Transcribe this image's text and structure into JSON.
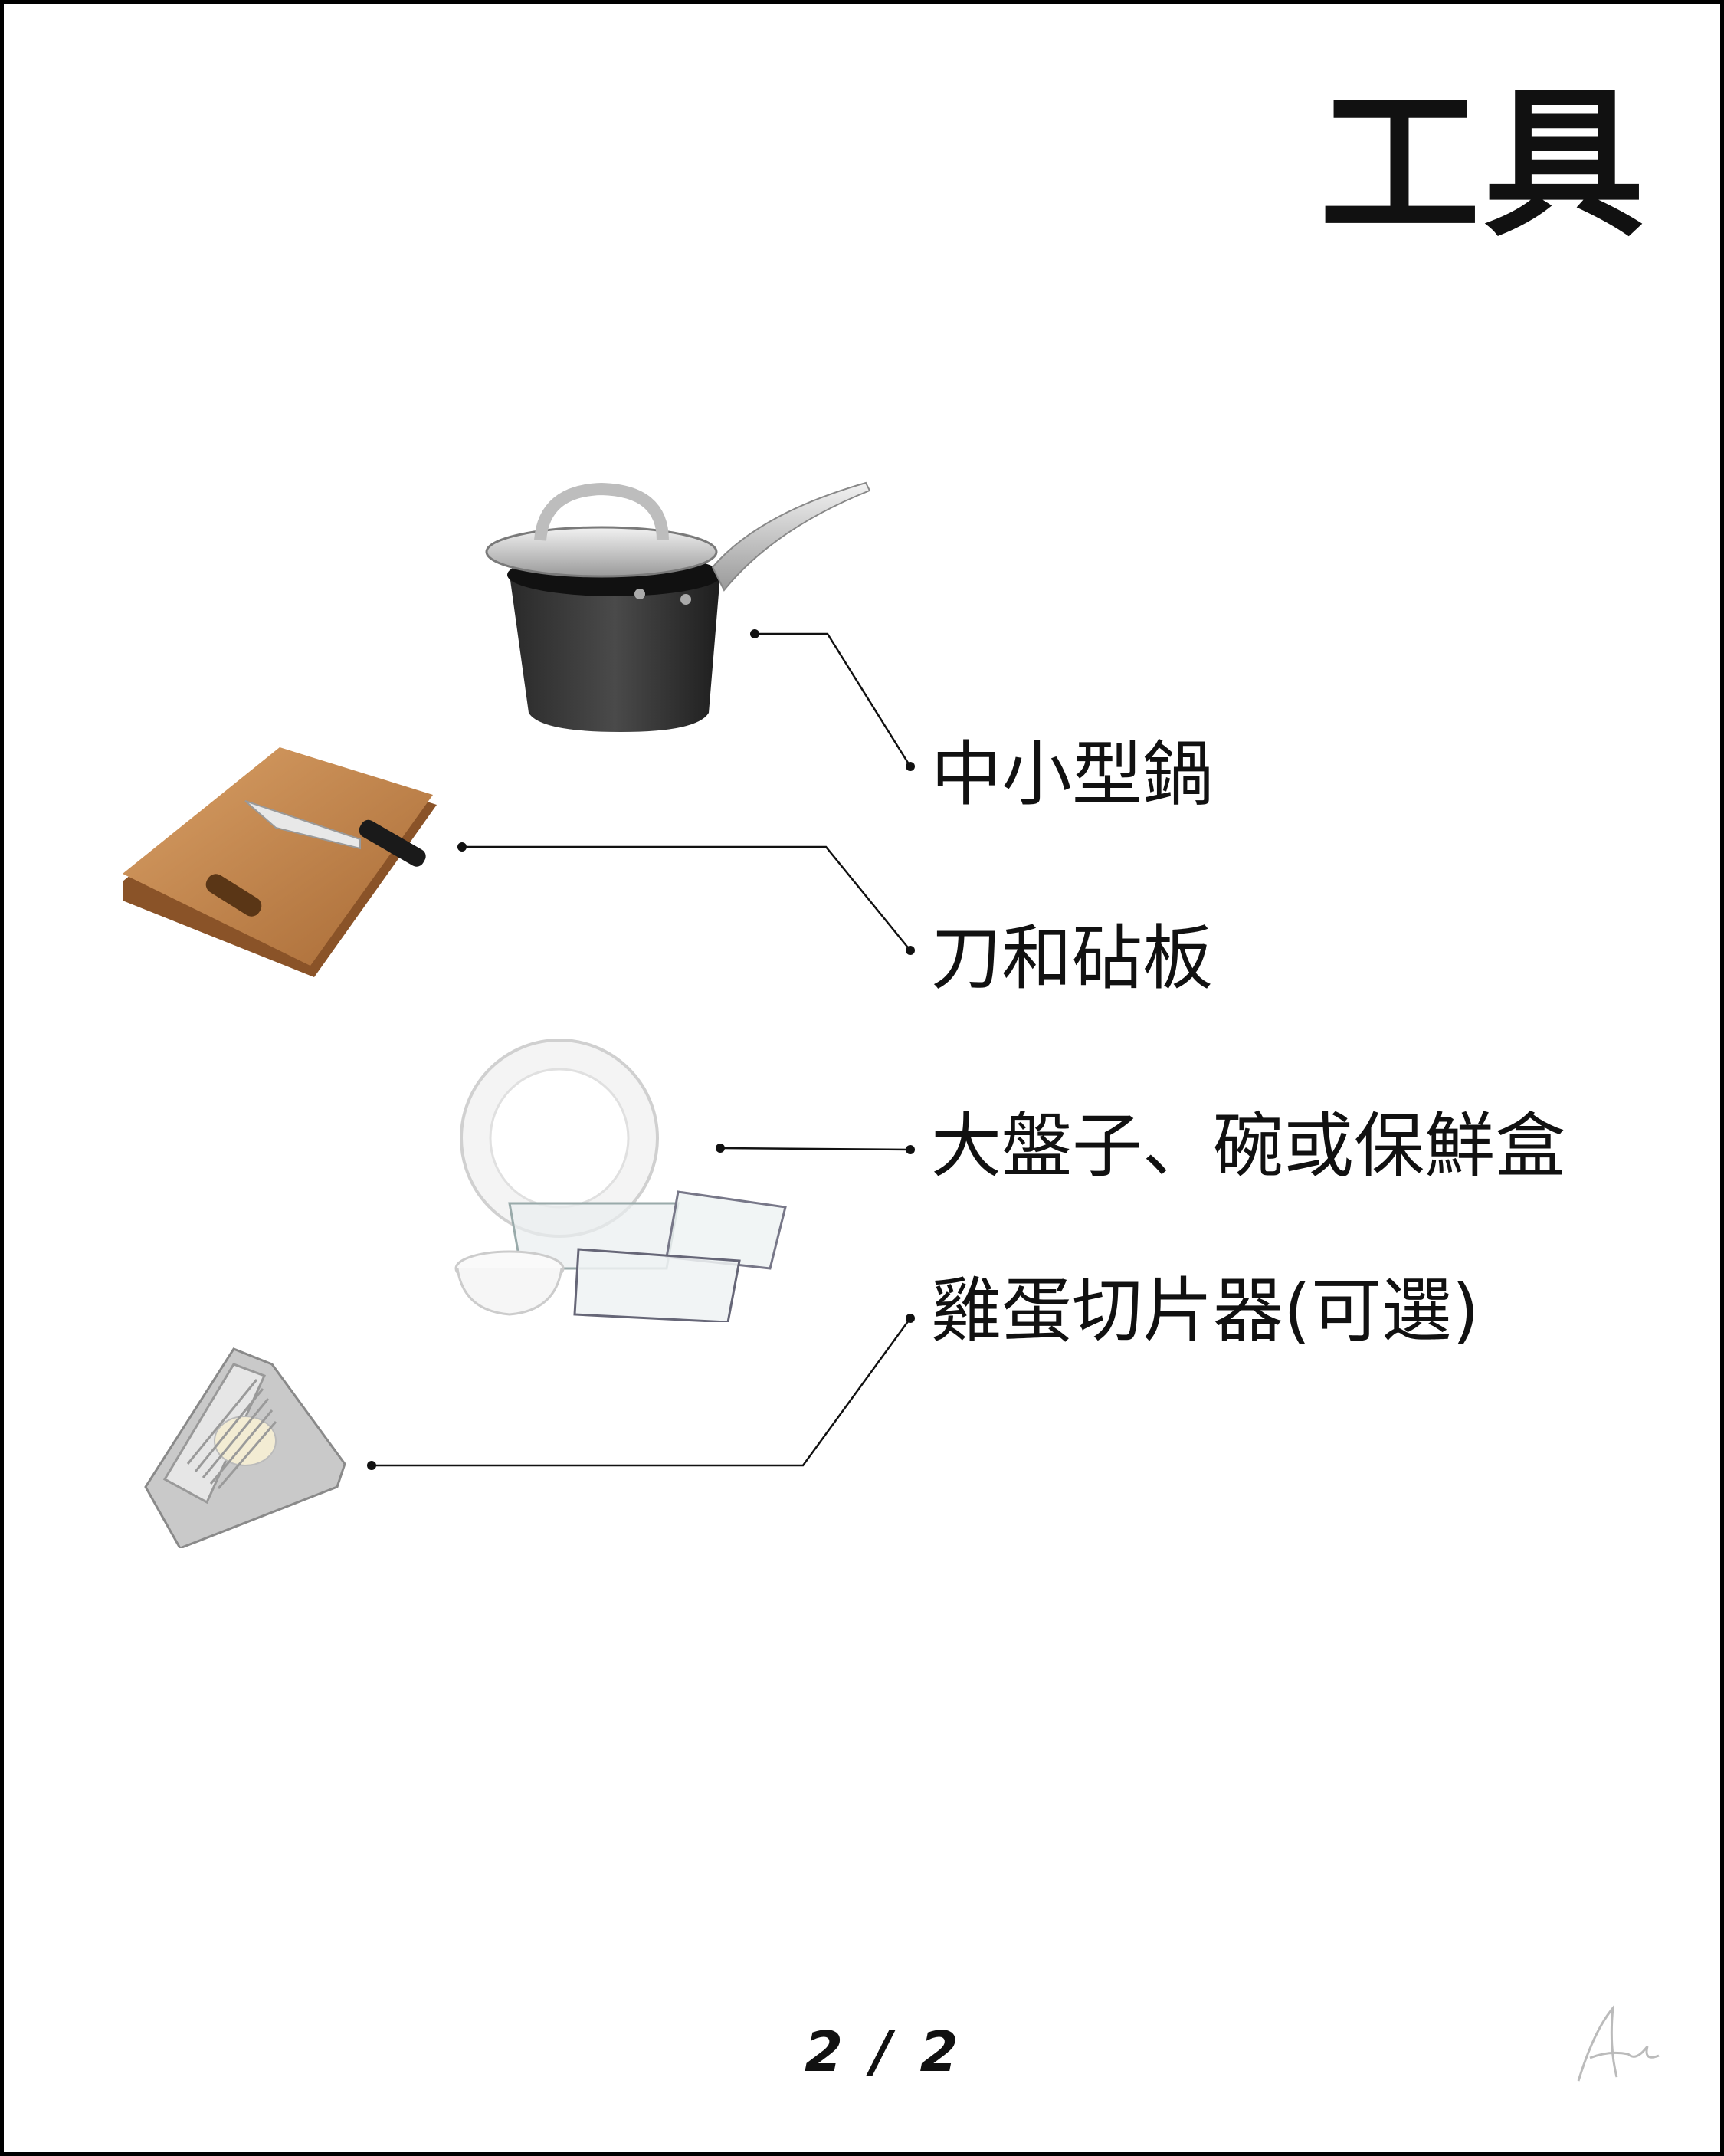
{
  "page": {
    "title": "工具",
    "page_number": "2 / 2"
  },
  "tools": [
    {
      "label": "中小型鍋",
      "icon": "saucepan-icon"
    },
    {
      "label": "刀和砧板",
      "icon": "knife-cutting-board-icon"
    },
    {
      "label": "大盤子、碗或保鮮盒",
      "icon": "plates-bowls-containers-icon"
    },
    {
      "label": "雞蛋切片器(可選)",
      "icon": "egg-slicer-icon"
    }
  ]
}
